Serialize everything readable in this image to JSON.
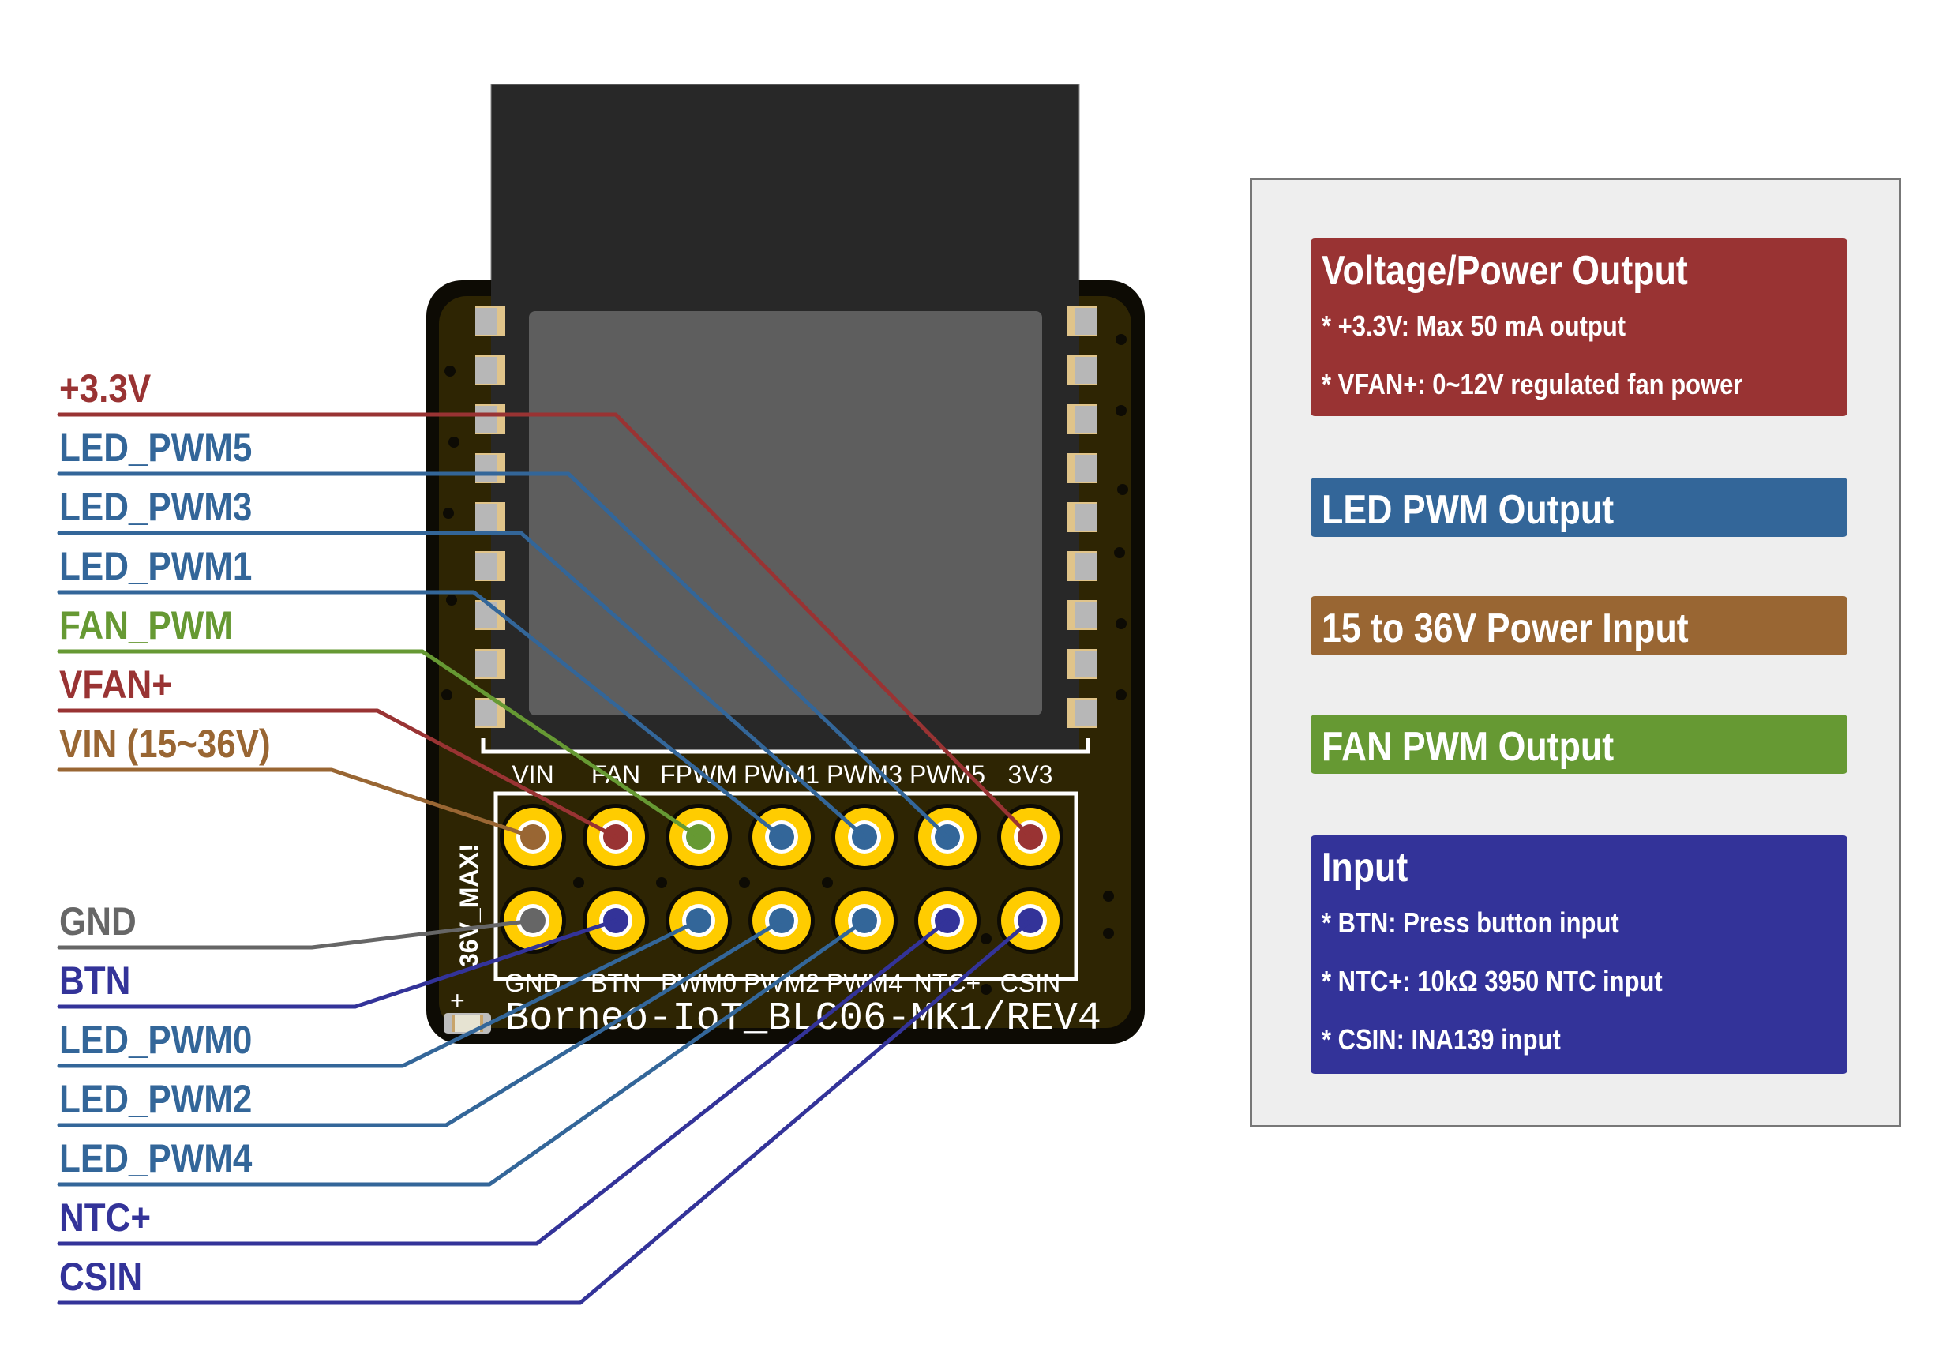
{
  "colors": {
    "power_red": "#993333",
    "led_blue": "#336699",
    "vin_brown": "#996633",
    "fan_green": "#669933",
    "input_indigo": "#333399",
    "gnd_gray": "#666666",
    "pcb_board": "#2e2503",
    "pcb_edge": "#0d0b04",
    "pad_gold": "#ffcc00",
    "module_dark": "#282828",
    "shield_gray": "#5e5e5e",
    "panel_bg": "#eeeeee"
  },
  "left_labels": [
    {
      "id": "p3v3",
      "text": "+3.3V",
      "color": "#993333",
      "pin": "3V3"
    },
    {
      "id": "led_pwm5",
      "text": "LED_PWM5",
      "color": "#336699",
      "pin": "PWM5"
    },
    {
      "id": "led_pwm3",
      "text": "LED_PWM3",
      "color": "#336699",
      "pin": "PWM3"
    },
    {
      "id": "led_pwm1",
      "text": "LED_PWM1",
      "color": "#336699",
      "pin": "PWM1"
    },
    {
      "id": "fan_pwm",
      "text": "FAN_PWM",
      "color": "#669933",
      "pin": "FPWM"
    },
    {
      "id": "vfan",
      "text": "VFAN+",
      "color": "#993333",
      "pin": "FAN"
    },
    {
      "id": "vin",
      "text": "VIN (15~36V)",
      "color": "#996633",
      "pin": "VIN"
    },
    {
      "id": "gnd",
      "text": "GND",
      "color": "#666666",
      "pin": "GND"
    },
    {
      "id": "btn",
      "text": "BTN",
      "color": "#333399",
      "pin": "BTN"
    },
    {
      "id": "led_pwm0",
      "text": "LED_PWM0",
      "color": "#336699",
      "pin": "PWM0"
    },
    {
      "id": "led_pwm2",
      "text": "LED_PWM2",
      "color": "#336699",
      "pin": "PWM2"
    },
    {
      "id": "led_pwm4",
      "text": "LED_PWM4",
      "color": "#336699",
      "pin": "PWM4"
    },
    {
      "id": "ntc",
      "text": "NTC+",
      "color": "#333399",
      "pin": "NTC+"
    },
    {
      "id": "csin",
      "text": "CSIN",
      "color": "#333399",
      "pin": "CSIN"
    }
  ],
  "pcb": {
    "top_row_labels": [
      "VIN",
      "FAN",
      "FPWM",
      "PWM1",
      "PWM3",
      "PWM5",
      "3V3"
    ],
    "bottom_row_labels": [
      "GND",
      "BTN",
      "PWM0",
      "PWM2",
      "PWM4",
      "NTC+",
      "CSIN"
    ],
    "top_row_colors": [
      "#996633",
      "#993333",
      "#669933",
      "#336699",
      "#336699",
      "#336699",
      "#993333"
    ],
    "bottom_row_colors": [
      "#666666",
      "#333399",
      "#336699",
      "#336699",
      "#336699",
      "#333399",
      "#333399"
    ],
    "board_name": "Borneo-IoT_BLC06-MK1/REV4",
    "warning": "36V_MAX!",
    "polarity_mark": "+"
  },
  "legend": [
    {
      "title": "Voltage/Power Output",
      "color": "#993333",
      "lines": [
        "* +3.3V: Max 50 mA output",
        "* VFAN+: 0~12V regulated fan power"
      ]
    },
    {
      "title": "LED PWM Output",
      "color": "#336699",
      "lines": []
    },
    {
      "title": "15 to 36V Power Input",
      "color": "#996633",
      "lines": []
    },
    {
      "title": "FAN PWM Output",
      "color": "#669933",
      "lines": []
    },
    {
      "title": "Input",
      "color": "#333399",
      "lines": [
        "* BTN: Press button input",
        "* NTC+: 10kΩ 3950 NTC input",
        "* CSIN: INA139 input"
      ]
    }
  ]
}
